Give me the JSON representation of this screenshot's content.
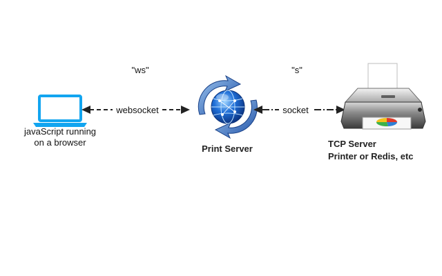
{
  "clients": {
    "browser": {
      "icon": "laptop-icon",
      "color": "#12a5f0",
      "label_line1": "javaScript running",
      "label_line2": "on a browser"
    }
  },
  "server": {
    "icon": "globe-sync-icon",
    "label": "Print Server"
  },
  "target": {
    "icon": "printer-icon",
    "label_line1": "TCP Server",
    "label_line2": "Printer or Redis, etc"
  },
  "connections": {
    "left": {
      "protocol": "\"ws\"",
      "label": "websocket"
    },
    "right": {
      "protocol": "\"s\"",
      "label": "socket"
    }
  }
}
